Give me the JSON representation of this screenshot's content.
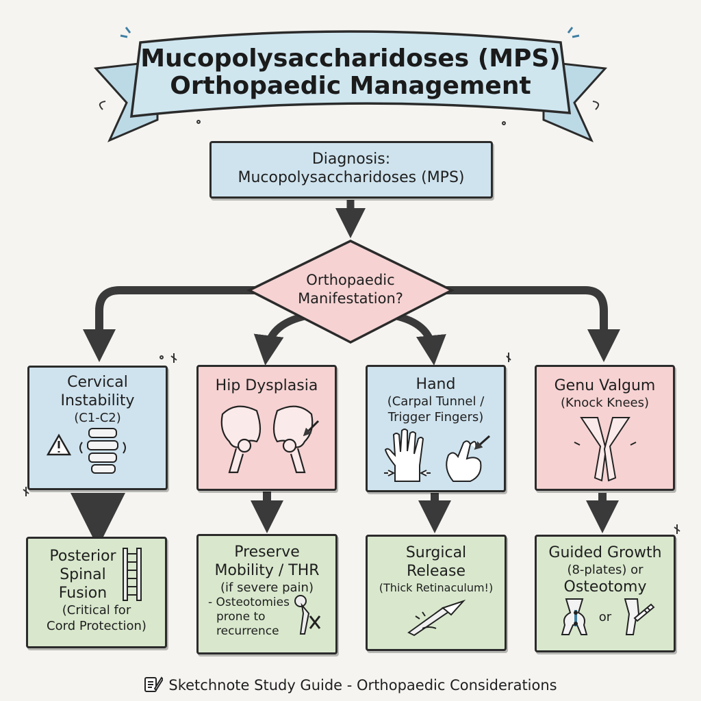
{
  "banner": {
    "line1": "Mucopolysaccharidoses (MPS)",
    "line2": "Orthopaedic Management"
  },
  "diagnosis": {
    "line1": "Diagnosis:",
    "line2": "Mucopolysaccharidoses (MPS)"
  },
  "decision": {
    "line1": "Orthopaedic",
    "line2": "Manifestation?"
  },
  "manifestations": {
    "cervical": {
      "line1": "Cervical",
      "line2": "Instability",
      "line3": "(C1-C2)"
    },
    "hip": {
      "line1": "Hip Dysplasia"
    },
    "hand": {
      "line1": "Hand",
      "line2": "(Carpal Tunnel /",
      "line3": "Trigger Fingers)"
    },
    "genu": {
      "line1": "Genu Valgum",
      "line2": "(Knock Knees)"
    }
  },
  "treatments": {
    "cervical": {
      "line1": "Posterior",
      "line2": "Spinal",
      "line3": "Fusion",
      "line4": "(Critical for",
      "line5": "Cord Protection)"
    },
    "hip": {
      "line1": "Preserve",
      "line2": "Mobility / THR",
      "line3": "(if severe pain)",
      "line4": "- Osteotomies",
      "line5": "prone to",
      "line6": "recurrence"
    },
    "hand": {
      "line1": "Surgical",
      "line2": "Release",
      "line3": "(Thick Retinaculum!)"
    },
    "genu": {
      "line1": "Guided Growth",
      "line2": "(8-plates) or",
      "line3": "Osteotomy",
      "or_label": "or"
    }
  },
  "footer": "Sketchnote Study Guide - Orthopaedic Considerations",
  "icons": {
    "warning": "warning-icon",
    "spine": "spine-icon",
    "pelvis": "pelvis-icon",
    "hand": "hand-icon",
    "trigger": "trigger-finger-icon",
    "legs": "knock-knees-icon",
    "rod": "spinal-rod-icon",
    "hip_implant": "hip-implant-icon",
    "scalpel": "scalpel-icon",
    "knee_plate": "knee-plate-icon",
    "knee_saw": "knee-osteotomy-icon",
    "notebook": "notebook-pencil-icon"
  },
  "colors": {
    "blue": "#cfe3ee",
    "pink": "#f6d2d2",
    "green": "#d9e8cd",
    "ink": "#2b2b2b"
  }
}
